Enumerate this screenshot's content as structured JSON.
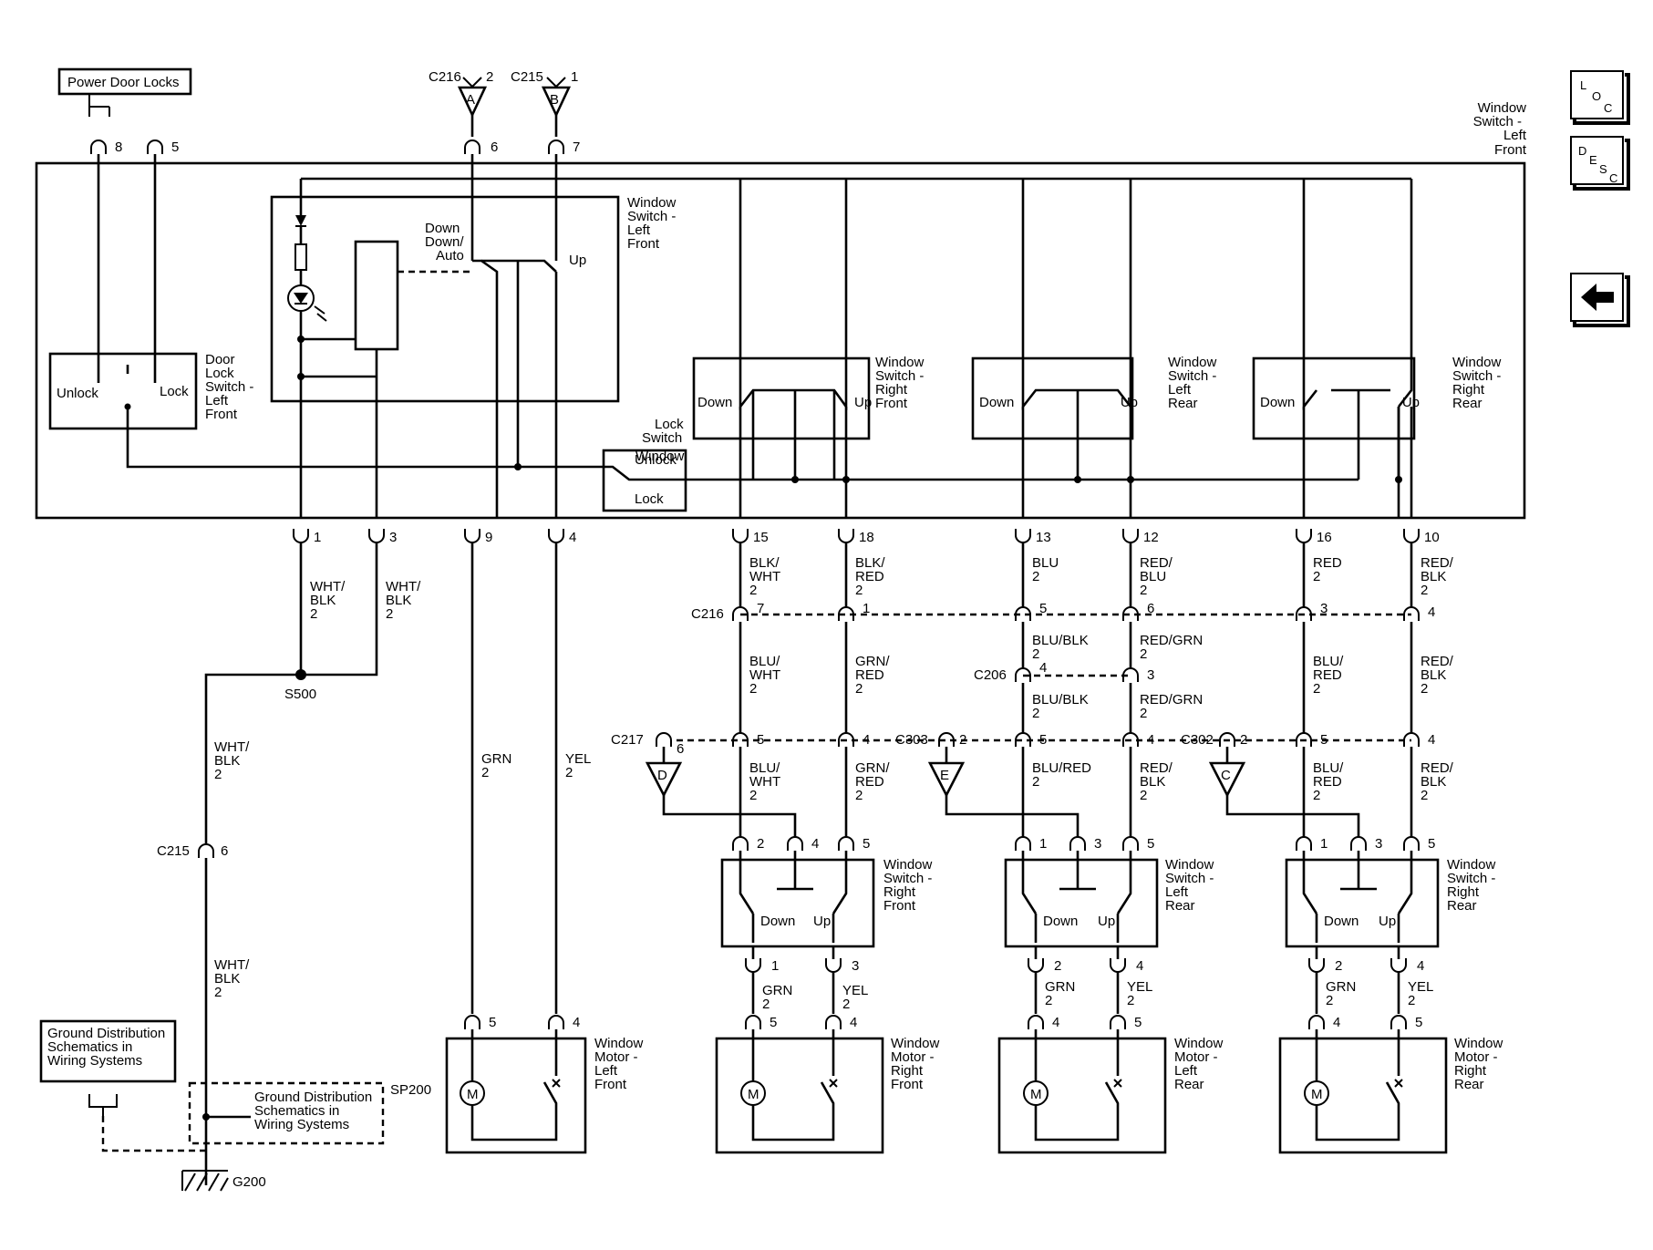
{
  "nav": {
    "loc": [
      "L",
      "O",
      "C"
    ],
    "desc": [
      "D",
      "E",
      "S",
      "C"
    ]
  },
  "labels": {
    "power_door_locks": "Power Door Locks",
    "c216": "C216",
    "c215": "C215",
    "c217": "C217",
    "c206": "C206",
    "c303": "C303",
    "c302": "C302",
    "main_module": [
      "Window",
      "Switch -",
      "Left",
      "Front"
    ],
    "inner_switch": [
      "Window",
      "Switch -",
      "Left",
      "Front"
    ],
    "down": "Down",
    "down_auto": [
      "Down/",
      "Auto"
    ],
    "up": "Up",
    "door_lock": [
      "Door",
      "Lock",
      "Switch -",
      "Left",
      "Front"
    ],
    "unlock": "Unlock",
    "lock": "Lock",
    "window_lock": [
      "Window",
      "Lock",
      "Switch"
    ],
    "ws_rf": [
      "Window",
      "Switch -",
      "Right",
      "Front"
    ],
    "ws_lr": [
      "Window",
      "Switch -",
      "Left",
      "Rear"
    ],
    "ws_rr": [
      "Window",
      "Switch -",
      "Right",
      "Rear"
    ],
    "wm_lf": [
      "Window",
      "Motor -",
      "Left",
      "Front"
    ],
    "wm_rf": [
      "Window",
      "Motor -",
      "Right",
      "Front"
    ],
    "wm_lr": [
      "Window",
      "Motor -",
      "Left",
      "Rear"
    ],
    "wm_rr": [
      "Window",
      "Motor -",
      "Right",
      "Rear"
    ],
    "s500": "S500",
    "g200": "G200",
    "sp200": "SP200",
    "ground_dist": [
      "Ground Distribution",
      "Schematics in",
      "Wiring Systems"
    ],
    "motor": "M",
    "conn_a": "A",
    "conn_b": "B",
    "conn_c": "C",
    "conn_d": "D",
    "conn_e": "E"
  },
  "pins": {
    "p8": "8",
    "p5": "5",
    "p6": "6",
    "p7": "7",
    "p2": "2",
    "p1": "1",
    "p3": "3",
    "p9": "9",
    "p4": "4",
    "p15": "15",
    "p18": "18",
    "p13": "13",
    "p12": "12",
    "p16": "16",
    "p10": "10"
  },
  "wires": {
    "wht_blk": [
      "WHT/",
      "BLK",
      "2"
    ],
    "blk_wht": [
      "BLK/",
      "WHT",
      "2"
    ],
    "blk_red": [
      "BLK/",
      "RED",
      "2"
    ],
    "blu": [
      "BLU",
      "2"
    ],
    "red_blu": [
      "RED/",
      "BLU",
      "2"
    ],
    "red": [
      "RED",
      "2"
    ],
    "red_blk": [
      "RED/",
      "BLK",
      "2"
    ],
    "blu_wht": [
      "BLU/",
      "WHT",
      "2"
    ],
    "grn_red": [
      "GRN/",
      "RED",
      "2"
    ],
    "blu_blk": [
      "BLU/BLK",
      "2"
    ],
    "red_grn": [
      "RED/GRN",
      "2"
    ],
    "blu_red_stack": [
      "BLU/",
      "RED",
      "2"
    ],
    "blu_red": [
      "BLU/RED",
      "2"
    ],
    "grn": [
      "GRN",
      "2"
    ],
    "yel": [
      "YEL",
      "2"
    ]
  }
}
